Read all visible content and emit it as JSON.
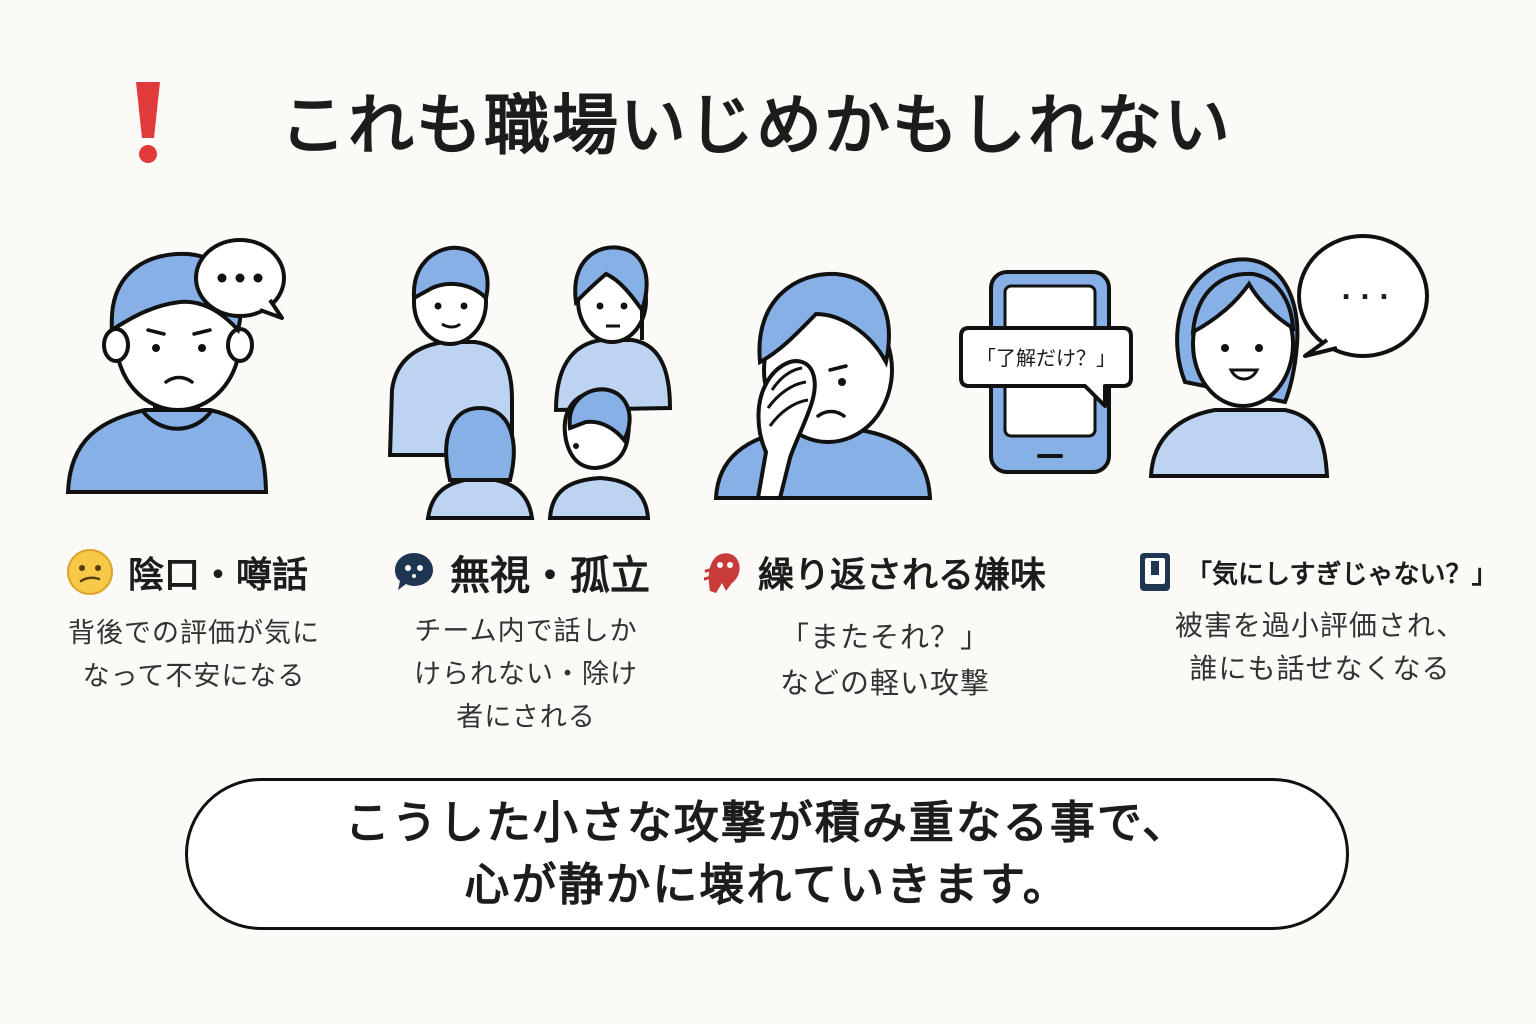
{
  "title": "これも職場いじめかもしれない",
  "colors": {
    "accent_blue": "#86b0e6",
    "light_blue": "#bcd4f2",
    "outline": "#111111",
    "alert_red": "#e03a3a"
  },
  "items": [
    {
      "icon": "slightly-frowning-face-icon",
      "heading": "陰口・噂話",
      "desc": [
        "背後での評価が気に",
        "なって不安になる"
      ]
    },
    {
      "icon": "dark-speech-bubble-icon",
      "heading": "無視・孤立",
      "desc": [
        "チーム内で話しか",
        "けられない・除け",
        "者にされる"
      ]
    },
    {
      "icon": "red-ghost-icon",
      "heading": "繰り返される嫌味",
      "desc": [
        "「またそれ？」",
        "などの軽い攻撃"
      ]
    },
    {
      "icon": "phone-icon",
      "heading": "「気にしすぎじゃない？」",
      "desc": [
        "被害を過小評価され、",
        "誰にも話せなくなる"
      ]
    }
  ],
  "phone_message": "「了解だけ？」",
  "bubble_dots": ". . .",
  "summary": [
    "こうした小さな攻撃が積み重なる事で、",
    "心が静かに壊れていきます。"
  ]
}
